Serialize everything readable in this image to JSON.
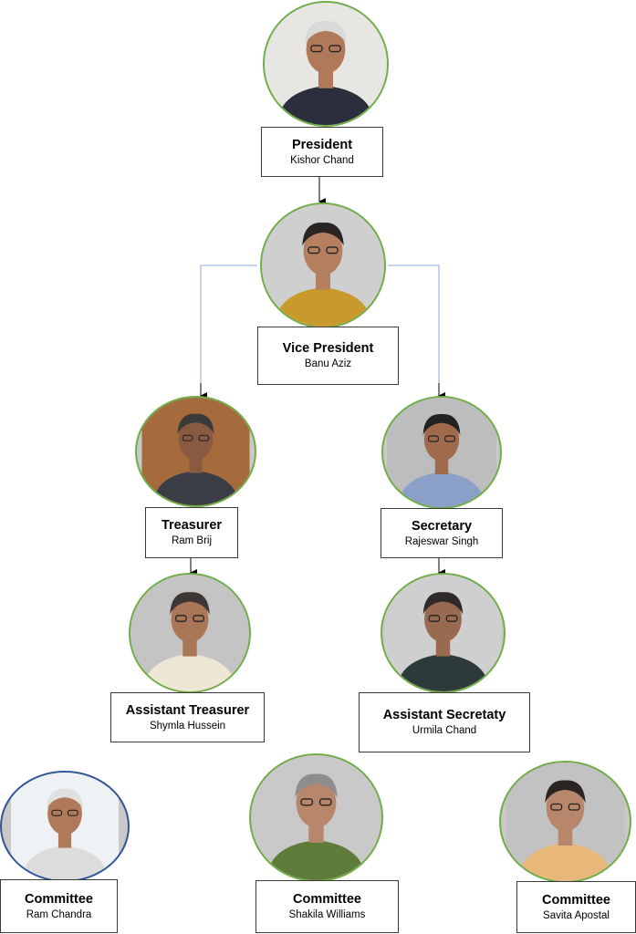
{
  "members": [
    {
      "id": "president",
      "role": "President",
      "name": "Kishor Chand",
      "photo_icon": "person-portrait-icon",
      "skin": "#b07a5a",
      "hair": "#d9d9d9",
      "top": "#2b2f3d",
      "bg": "#e8e6e3"
    },
    {
      "id": "vice-president",
      "role": "Vice President",
      "name": "Banu Aziz",
      "photo_icon": "person-portrait-icon",
      "skin": "#b4805f",
      "hair": "#2a2422",
      "top": "#c79a2b",
      "bg": "#cfcfcf"
    },
    {
      "id": "treasurer",
      "role": "Treasurer",
      "name": "Ram Brij",
      "photo_icon": "person-portrait-icon",
      "skin": "#8a5a40",
      "hair": "#3a3a3a",
      "top": "#3a3d45",
      "bg": "#a66b3c"
    },
    {
      "id": "secretary",
      "role": "Secretary",
      "name": "Rajeswar Singh",
      "photo_icon": "person-portrait-icon",
      "skin": "#a06a4d",
      "hair": "#222222",
      "top": "#8aa0c8",
      "bg": "#bdbdbd"
    },
    {
      "id": "assistant-treasurer",
      "role": "Assistant Treasurer",
      "name": "Shymla Hussein",
      "photo_icon": "person-portrait-icon",
      "skin": "#a97658",
      "hair": "#3d3634",
      "top": "#efe7d5",
      "bg": "#c4c4c4"
    },
    {
      "id": "assistant-secretary",
      "role": "Assistant Secretaty",
      "name": "Urmila Chand",
      "photo_icon": "person-portrait-icon",
      "skin": "#9a6a50",
      "hair": "#2e2a29",
      "top": "#2d3a3a",
      "bg": "#cfcfcf"
    },
    {
      "id": "committee-1",
      "role": "Committee",
      "name": "Ram Chandra",
      "photo_icon": "person-portrait-icon",
      "skin": "#b07a5a",
      "hair": "#e0e0e0",
      "top": "#dcdcdc",
      "bg": "#eef2f4"
    },
    {
      "id": "committee-2",
      "role": "Committee",
      "name": "Shakila Williams",
      "photo_icon": "person-portrait-icon",
      "skin": "#b8866a",
      "hair": "#8d8d8d",
      "top": "#5f7b3a",
      "bg": "#c9c9c9"
    },
    {
      "id": "committee-3",
      "role": "Committee",
      "name": "Savita Apostal",
      "photo_icon": "person-portrait-icon",
      "skin": "#b8866a",
      "hair": "#2a2422",
      "top": "#e8b87a",
      "bg": "#c2c2c2"
    }
  ],
  "colors": {
    "border_green": "#70ad47",
    "border_blue": "#2f5597",
    "connector_blue": "#8faadc",
    "arrow": "#000000"
  }
}
